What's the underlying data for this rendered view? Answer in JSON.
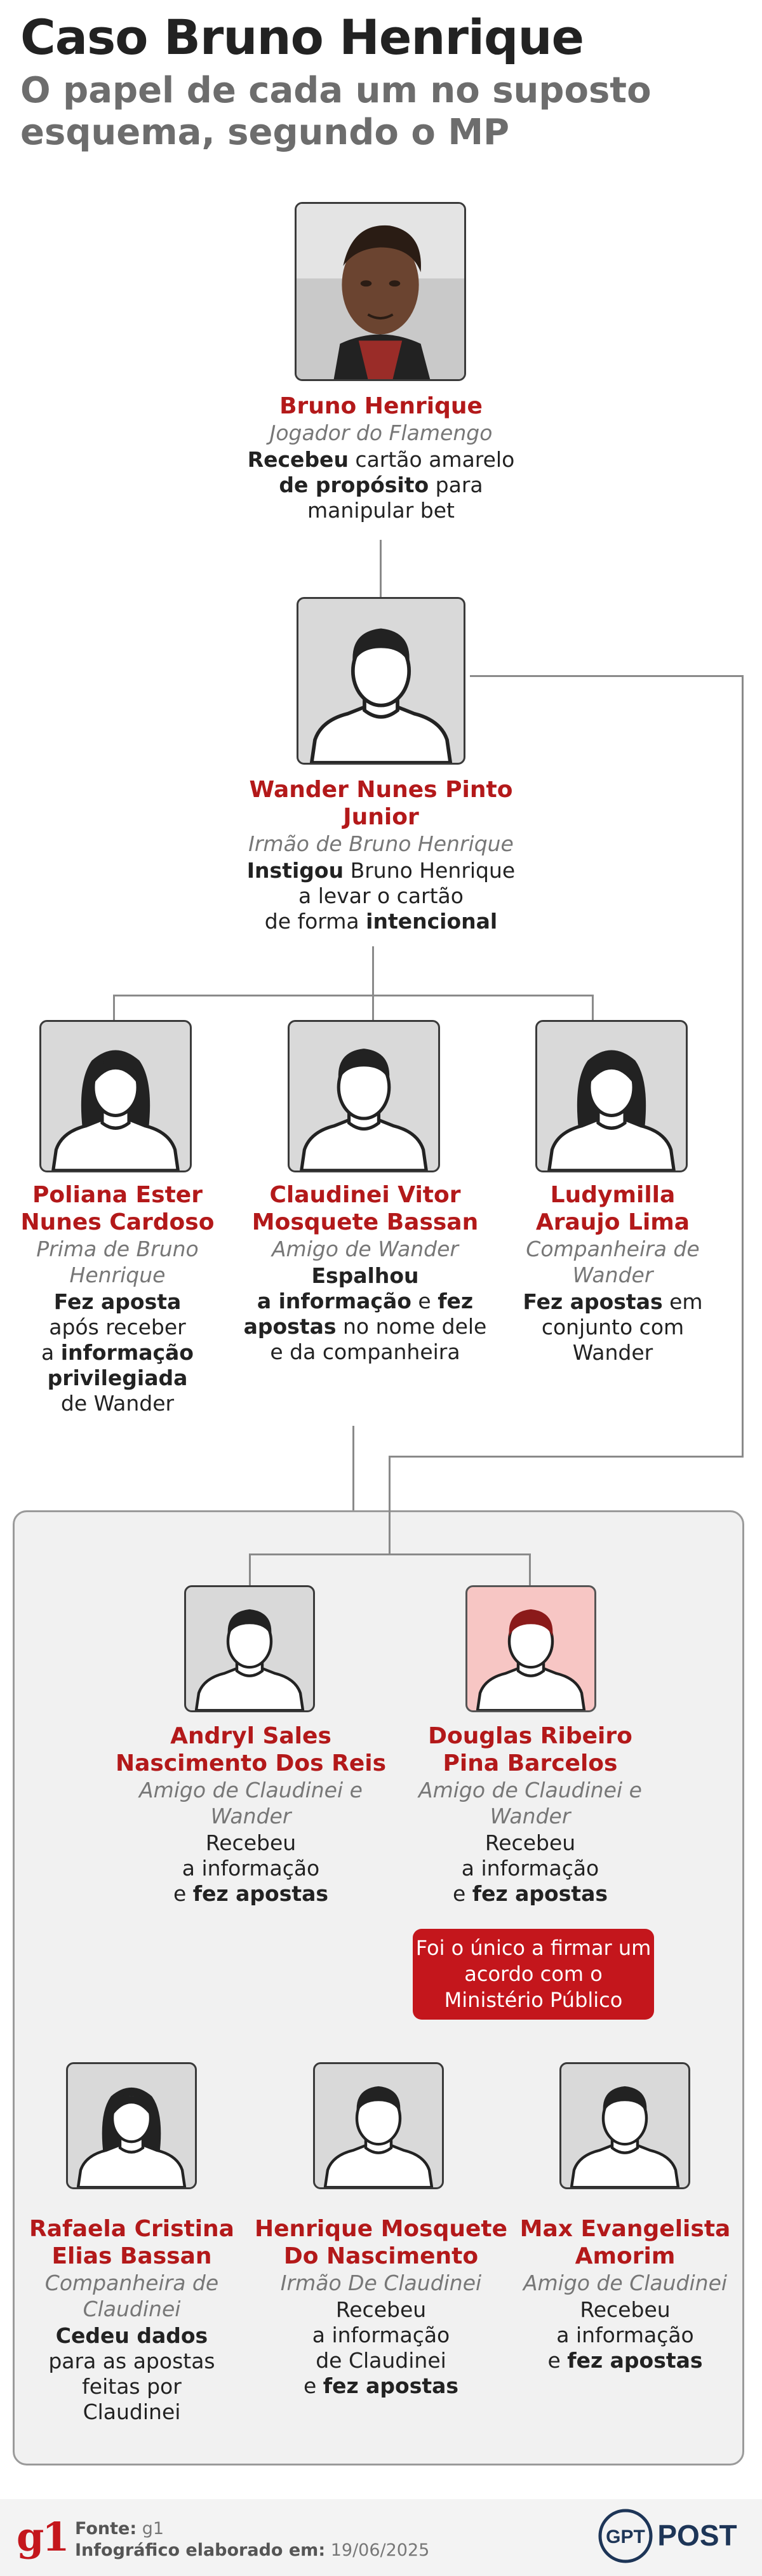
{
  "header": {
    "title": "Caso Bruno Henrique",
    "subtitle": "O papel de cada um no suposto esquema, segundo o MP"
  },
  "people": {
    "bruno": {
      "name": "Bruno Henrique",
      "role": "Jogador do Flamengo",
      "desc": [
        [
          "Recebeu",
          true
        ],
        [
          " cartão amarelo",
          false
        ],
        [
          "|",
          false
        ],
        [
          "de propósito",
          true
        ],
        [
          " para",
          false
        ],
        [
          "|",
          false
        ],
        [
          "manipular bet",
          false
        ]
      ]
    },
    "wander": {
      "name": "Wander Nunes Pinto Junior",
      "role": "Irmão de Bruno Henrique",
      "desc": [
        [
          "Instigou",
          true
        ],
        [
          " Bruno Henrique",
          false
        ],
        [
          "|",
          false
        ],
        [
          "a levar o cartão",
          false
        ],
        [
          "|",
          false
        ],
        [
          "de forma ",
          false
        ],
        [
          "intencional",
          true
        ]
      ]
    },
    "poliana": {
      "name": "Poliana Ester Nunes Cardoso",
      "role": "Prima de Bruno Henrique",
      "desc": [
        [
          "Fez aposta",
          true
        ],
        [
          "|",
          false
        ],
        [
          "após receber",
          false
        ],
        [
          "|",
          false
        ],
        [
          "a ",
          false
        ],
        [
          "informação",
          true
        ],
        [
          "|",
          false
        ],
        [
          "privilegiada",
          true
        ],
        [
          "|",
          false
        ],
        [
          "de Wander",
          false
        ]
      ]
    },
    "claudinei": {
      "name": "Claudinei Vitor Mosquete Bassan",
      "role": "Amigo de Wander",
      "desc": [
        [
          "Espalhou",
          true
        ],
        [
          "|",
          false
        ],
        [
          "a informação",
          true
        ],
        [
          " e ",
          false
        ],
        [
          "fez",
          true
        ],
        [
          "|",
          false
        ],
        [
          "apostas",
          true
        ],
        [
          " no nome dele",
          false
        ],
        [
          "|",
          false
        ],
        [
          "e da companheira",
          false
        ]
      ]
    },
    "ludymilla": {
      "name": "Ludymilla Araujo Lima",
      "role": "Companheira de Wander",
      "desc": [
        [
          "Fez apostas",
          true
        ],
        [
          " em",
          false
        ],
        [
          "|",
          false
        ],
        [
          "conjunto com",
          false
        ],
        [
          "|",
          false
        ],
        [
          "Wander",
          false
        ]
      ]
    },
    "andryl": {
      "name": "Andryl Sales Nascimento Dos Reis",
      "role": "Amigo de Claudinei e Wander",
      "desc": [
        [
          "Recebeu",
          false
        ],
        [
          "|",
          false
        ],
        [
          "a informação",
          false
        ],
        [
          "|",
          false
        ],
        [
          "e ",
          false
        ],
        [
          "fez apostas",
          true
        ]
      ]
    },
    "douglas": {
      "name": "Douglas Ribeiro Pina Barcelos",
      "role": "Amigo de Claudinei e Wander",
      "desc": [
        [
          "Recebeu",
          false
        ],
        [
          "|",
          false
        ],
        [
          "a informação",
          false
        ],
        [
          "|",
          false
        ],
        [
          "e ",
          false
        ],
        [
          "fez apostas",
          true
        ]
      ],
      "badge": "Foi o único a firmar um acordo com o Ministério Público"
    },
    "rafaela": {
      "name": "Rafaela Cristina Elias Bassan",
      "role": "Companheira de Claudinei",
      "desc": [
        [
          "Cedeu dados",
          true
        ],
        [
          "|",
          false
        ],
        [
          "para as apostas",
          false
        ],
        [
          "|",
          false
        ],
        [
          "feitas por",
          false
        ],
        [
          "|",
          false
        ],
        [
          "Claudinei",
          false
        ]
      ]
    },
    "henrique": {
      "name": "Henrique Mosquete Do Nascimento",
      "role": "Irmão De Claudinei",
      "desc": [
        [
          "Recebeu",
          false
        ],
        [
          "|",
          false
        ],
        [
          "a informação",
          false
        ],
        [
          "|",
          false
        ],
        [
          "de Claudinei",
          false
        ],
        [
          "|",
          false
        ],
        [
          "e ",
          false
        ],
        [
          "fez apostas",
          true
        ]
      ]
    },
    "max": {
      "name": "Max Evangelista Amorim",
      "role": "Amigo de Claudinei",
      "desc": [
        [
          "Recebeu",
          false
        ],
        [
          "|",
          false
        ],
        [
          "a informação",
          false
        ],
        [
          "|",
          false
        ],
        [
          "e ",
          false
        ],
        [
          "fez apostas",
          true
        ]
      ]
    }
  },
  "footer": {
    "logo": "g1",
    "fonte_label": "Fonte:",
    "fonte_value": "g1",
    "date_label": "Infográfico elaborado em:",
    "date_value": "19/06/2025",
    "brand_left": "GPT",
    "brand_right": "POST"
  },
  "colors": {
    "name_red": "#b3191a",
    "badge_red": "#c4161c",
    "highlight_avatar": "#f7c6c4",
    "panel_bg": "#f1f1f1"
  },
  "icons": {
    "male": "person-male-icon",
    "female": "person-female-icon"
  }
}
